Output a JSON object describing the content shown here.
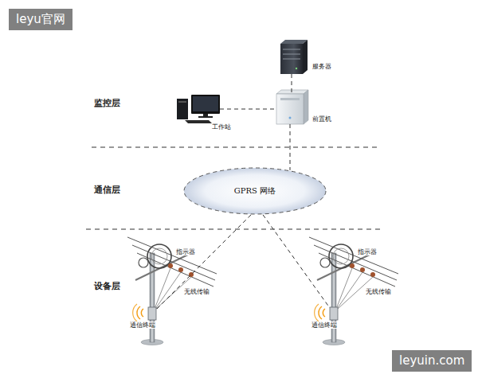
{
  "diagram": {
    "nodes": [
      {
        "text": [
          "服务器"
        ]
      },
      {
        "text": [
          "工作站"
        ]
      },
      {
        "text": [
          "前置机"
        ]
      },
      {
        "text": [
          "GPRS 网络"
        ]
      },
      {
        "text": [
          "通信终端"
        ]
      },
      {
        "text": [
          "通信终端"
        ]
      }
    ],
    "edges": [
      {
        "from": 0,
        "to": 2,
        "arrow": "none"
      },
      {
        "from": 1,
        "to": 2,
        "arrow": "none"
      },
      {
        "from": 2,
        "to": 3,
        "arrow": "none"
      },
      {
        "from": 3,
        "to": 4,
        "arrow": "none"
      },
      {
        "from": 3,
        "to": 5,
        "arrow": "none"
      }
    ],
    "labels": [
      "leyu官网",
      "监控层",
      "通信层",
      "设备层",
      "指示器",
      "无线传输",
      "指示器",
      "无线传输",
      "leyuin.com"
    ]
  }
}
